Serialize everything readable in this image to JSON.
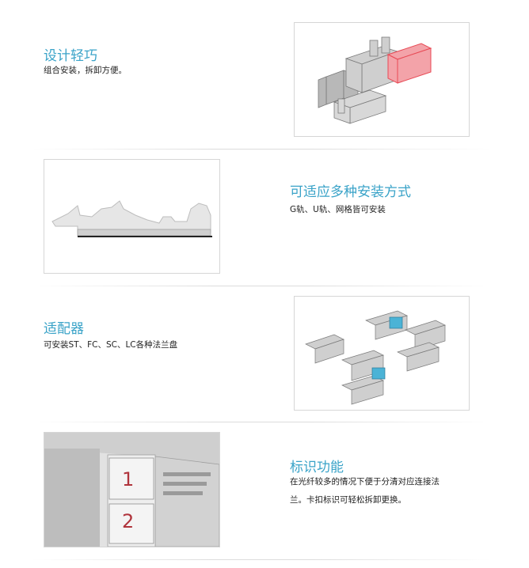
{
  "sections": [
    {
      "title": "设计轻巧",
      "desc": [
        "组合安装，拆卸方便。"
      ]
    },
    {
      "title": "可适应多种安装方式",
      "desc": [
        "G轨、U轨、网格皆可安装"
      ]
    },
    {
      "title": "适配器",
      "desc": [
        "可安装ST、FC、SC、LC各种法兰盘"
      ]
    },
    {
      "title": "标识功能",
      "desc": [
        "在光纤较多的情况下便于分清对应连接法",
        "兰。卡扣标识可轻松拆卸更换。"
      ]
    }
  ],
  "label_marks": [
    "1",
    "2"
  ],
  "colors": {
    "accent": "#3aa3c8",
    "highlight_red": "#e84a55",
    "adapter_blue": "#4bb3d6"
  }
}
